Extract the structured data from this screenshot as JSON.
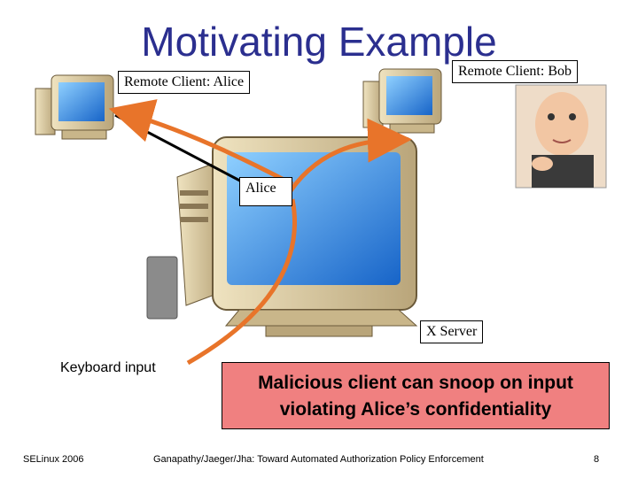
{
  "slide": {
    "title": "Motivating Example",
    "labels": {
      "alice_client": "Remote Client: Alice",
      "bob_client": "Remote Client: Bob",
      "alice_window": "Alice",
      "x_server": "X Server",
      "keyboard": "Keyboard input"
    },
    "callout": {
      "line1": "Malicious client can snoop on input",
      "line2": "violating Alice’s confidentiality"
    },
    "footer": {
      "left": "SELinux 2006",
      "center": "Ganapathy/Jaeger/Jha: Toward Automated Authorization Policy Enforcement",
      "page": "8"
    }
  },
  "colors": {
    "title": "#2b2f8f",
    "arrow": "#e8742a",
    "callout_bg": "#f08080"
  },
  "icons": [
    "computer-icon",
    "evil-person-photo"
  ]
}
